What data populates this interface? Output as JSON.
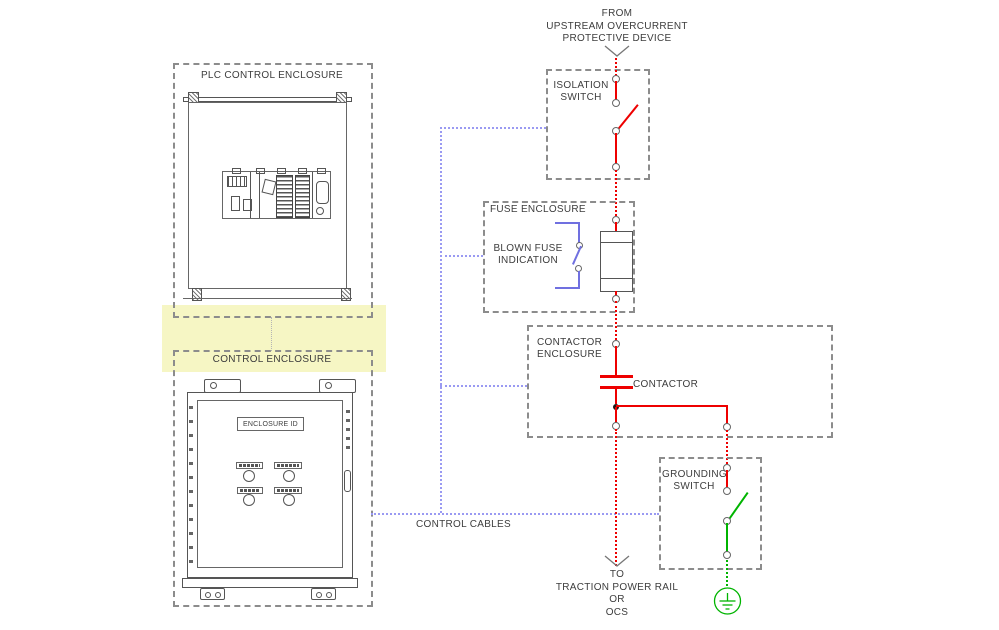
{
  "left": {
    "plc_enclosure_label": "PLC CONTROL ENCLOSURE",
    "control_enclosure_label": "CONTROL ENCLOSURE",
    "enclosure_id": "ENCLOSURE ID",
    "control_cables_label": "CONTROL CABLES"
  },
  "right": {
    "from_lines": [
      "FROM",
      "UPSTREAM OVERCURRENT",
      "PROTECTIVE DEVICE"
    ],
    "to_lines": [
      "TO",
      "TRACTION POWER RAIL",
      "OR",
      "OCS"
    ],
    "isolation_switch_lines": [
      "ISOLATION",
      "SWITCH"
    ],
    "fuse_enclosure_label": "FUSE ENCLOSURE",
    "blown_fuse_lines": [
      "BLOWN FUSE",
      "INDICATION"
    ],
    "contactor_enclosure_lines": [
      "CONTACTOR",
      "ENCLOSURE"
    ],
    "contactor_label": "CONTACTOR",
    "grounding_switch_lines": [
      "GROUNDING",
      "SWITCH"
    ]
  },
  "colors": {
    "power_line": "#ee0000",
    "ground_line": "#00b400",
    "indication_line": "#7070e0",
    "control_cable_line": "#9a9af2",
    "enclosure_dash": "#8c8c8c",
    "highlight": "#f6f6c4",
    "text": "#3d3d3d"
  }
}
